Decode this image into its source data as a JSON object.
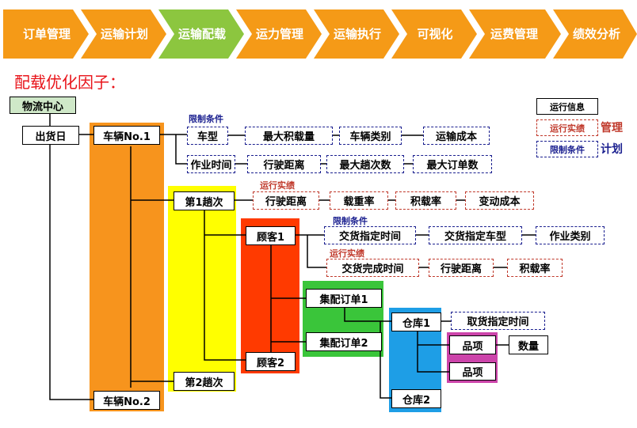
{
  "nav": {
    "items": [
      {
        "label": "订单管理",
        "active": false
      },
      {
        "label": "运输计划",
        "active": false
      },
      {
        "label": "运输配载",
        "active": true
      },
      {
        "label": "运力管理",
        "active": false
      },
      {
        "label": "运输执行",
        "active": false
      },
      {
        "label": "可视化",
        "active": false
      },
      {
        "label": "运费管理",
        "active": false
      },
      {
        "label": "绩效分析",
        "active": false
      }
    ],
    "colors": {
      "normal": "#f59a17",
      "active": "#8cc63f"
    }
  },
  "title": "配载优化因子：",
  "diagram": {
    "root": "物流中心",
    "ship_day": "出货日",
    "vehicle1": "车辆No.1",
    "vehicle2": "车辆No.2",
    "trip1": "第1趟次",
    "trip2": "第2趟次",
    "customer1": "顾客1",
    "customer2": "顾客2",
    "order1": "集配订单1",
    "order2": "集配订单2",
    "warehouse1": "仓库1",
    "warehouse2": "仓库2",
    "item1": "品项",
    "item2": "品项",
    "quantity": "数量",
    "constraint_label1": "限制条件",
    "constraint_label2": "限制条件",
    "actual_label1": "运行实绩",
    "actual_label2": "运行实绩",
    "vehicle_row1": [
      "车型",
      "最大积载量",
      "车辆类别",
      "运输成本"
    ],
    "vehicle_row2": [
      "作业时间",
      "行驶距离",
      "最大趟次数",
      "最大订单数"
    ],
    "trip_row": [
      "行驶距离",
      "载重率",
      "积载率",
      "变动成本"
    ],
    "customer_row1": [
      "交货指定时间",
      "交货指定车型",
      "作业类别"
    ],
    "customer_row2": [
      "交货完成时间",
      "行驶距离",
      "积载率"
    ],
    "pickup_time": "取货指定时间",
    "legend": {
      "info": "运行信息",
      "actual": "运行实绩",
      "actual_tag": "管理",
      "constraint": "限制条件",
      "constraint_tag": "计划"
    }
  }
}
